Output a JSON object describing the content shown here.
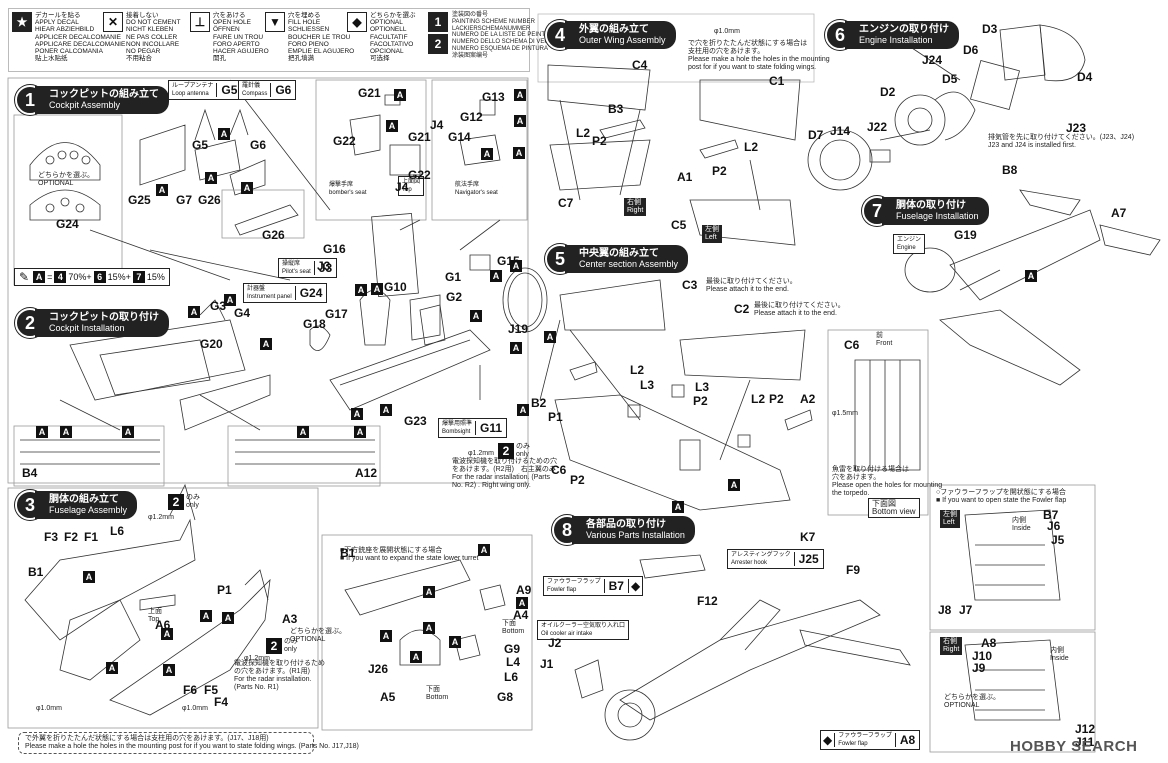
{
  "legend": {
    "items": [
      {
        "icon": "star-icon",
        "text": "デカールを貼る\nAPPLY DECAL\nHIEAR ABZIEHBILD\nAPPLICER DECALCOMANIE\nAPPLICARE DECALCOMANIE\nPONER CALCOMANIA\n贴上水贴纸"
      },
      {
        "icon": "no-glue-icon",
        "text": "接着しない\nDO NOT CEMENT\nNICHT KLEBEN\nNE PAS COLLER\nNON INCOLLARE\nNO PEGAR\n不用粘合"
      },
      {
        "icon": "drill-icon",
        "text": "穴をあける\nOPEN HOLE\nÖFFNEN\nFAIRE UN TROU\nFORO APERTO\nHACER AGUJERO\n開孔"
      },
      {
        "icon": "fill-hole-icon",
        "text": "穴を埋める\nFILL HOLE\nSCHLIESSEN\nBOUCHER LE TROU\nFORO PIENO\nEMPLIE EL AGUJERO\n把孔填满"
      },
      {
        "icon": "optional-icon",
        "text": "どちらかを選ぶ\nOPTIONAL\nOPTIONELL\nFACULTATIF\nFACOLTATIVO\nOPCIONAL\n可选择"
      },
      {
        "icon": "scheme-1-2-icon",
        "text": "塗装図の番号\nPAINTING SCHEME NUMBER\nLACKIERSCHEMANUMMER\nNUMERO DE LA LISTE DE PEINTURE\nNUMERO DELLO SCHEMA DI VERNICIATURA\nNUMERO ESQUEMA DE PINTURA\n涂装图案编号"
      }
    ]
  },
  "steps": {
    "s1": {
      "num": "1",
      "jp": "コックピットの組み立て",
      "en": "Cockpit Assembly"
    },
    "s2": {
      "num": "2",
      "jp": "コックピットの取り付け",
      "en": "Cockpit Installation"
    },
    "s3": {
      "num": "3",
      "jp": "胴体の組み立て",
      "en": "Fuselage Assembly"
    },
    "s4": {
      "num": "4",
      "jp": "外翼の組み立て",
      "en": "Outer Wing Assembly"
    },
    "s5": {
      "num": "5",
      "jp": "中央翼の組み立て",
      "en": "Center section Assembly"
    },
    "s6": {
      "num": "6",
      "jp": "エンジンの取り付け",
      "en": "Engine Installation"
    },
    "s7": {
      "num": "7",
      "jp": "胴体の取り付け",
      "en": "Fuselage Installation"
    },
    "s8": {
      "num": "8",
      "jp": "各部品の取り付け",
      "en": "Various Parts Installation"
    }
  },
  "tags": {
    "g5": {
      "t": "ループアンテナ\nLoop antenna",
      "p": "G5"
    },
    "g6": {
      "t": "羅針儀\nCompass",
      "p": "G6"
    },
    "j3": {
      "t": "操縦席\nPilot's seat",
      "p": "J3"
    },
    "g24": {
      "t": "計器盤\nInstrument panel",
      "p": "G24"
    },
    "g11": {
      "t": "爆撃用照準\nBombsight",
      "p": "G11"
    },
    "j25": {
      "t": "アレスティングフック\nArrester hook",
      "p": "J25"
    },
    "b7": {
      "t": "ファウラーフラップ\nFowler flap",
      "p": "B7"
    },
    "a8": {
      "t": "ファウラーフラップ\nFowler flap",
      "p": "A8"
    },
    "oil": {
      "t": "オイルクーラー空気取り入れ口\nOil cooler air intake"
    },
    "engine": {
      "t": "エンジン\nEngine"
    },
    "bomber": {
      "t": "爆撃手席\nbomber's seat"
    },
    "navig": {
      "t": "航法手席\nNavigator's seat"
    },
    "top": {
      "t": "上面図\nTop"
    }
  },
  "notes": {
    "mix": "=  70%+  15%+  15%",
    "mix_parts": {
      "a": "A",
      "n4": "4",
      "n6": "6",
      "n7": "7",
      "p1": "70%+",
      "p2": "15%+",
      "p3": "15%"
    },
    "optional_small": "どちらかを選ぶ。\nOPTIONAL",
    "wing_fold": "で穴を折りたたんだ状態にする場合は\n支柱用の穴をあけます。\nPlease make a hole the holes in the mounting\npost for if you want to state folding wings.",
    "drill_1mm": "φ1.0mm",
    "drill_12mm": "φ1.2mm",
    "drill_15mm": "φ1.5mm",
    "last_c3": "最後に取り付けてください。\nPlease attach it to the end.",
    "last_c2": "最後に取り付けてください。\nPlease attach it to the end.",
    "radar_r2": "電波探知機を取り付けるための穴\nをあけます。(R2用)　右主翼のみ\nFor the radar installation. (Parts\nNo. R2) . Right wing only.",
    "radar_r1": "電波探知機を取り付けるため\nの穴をあけます。(R1用)\nFor the radar installation.\n(Parts No. R1)",
    "torpedo": "魚雷を取り付ける場合は\n穴をあけます。\nPlease open the holes for mounting\nthe torpedo.",
    "bottom_view": "下面図\nBottom view",
    "turret": "■下方銃座を展開状態にする場合\n■ If you want to expand the state lower turret",
    "fowler": "○ファウラーフラップを開状態にする場合\n■ If you want to open state the Fowler flap",
    "exhaust": "排気管を先に取り付けてください。(J23、J24)\nJ23 and J24 is installed first.",
    "left_side": "左側\nLeft",
    "right_side": "右側\nRight",
    "inside": "内側\nInside",
    "front": "前\nFront",
    "top_label": "上面\nTop",
    "bottom_label": "下面\nBottom",
    "only": "のみ\nonly",
    "footer": "で外翼を折りたたんだ状態にする場合は支柱用の穴をあけます。(J17、J18用)\nPlease make a hole the holes in the mounting post for if you want to state folding wings. (Parts No. J17,J18)"
  },
  "parts": {
    "s1": [
      "G5",
      "G6",
      "G7",
      "G25",
      "G26",
      "G24",
      "G26"
    ],
    "labels": [
      "J4",
      "G21",
      "G22",
      "G21",
      "J4",
      "G22",
      "G13",
      "G12",
      "G14",
      "G16",
      "G1",
      "G15",
      "G2",
      "G10",
      "J19",
      "G17",
      "G18",
      "G23",
      "G3",
      "G4",
      "G20",
      "B4",
      "A12",
      "J3",
      "F3",
      "F2",
      "F1",
      "L6",
      "B1",
      "A6",
      "P1",
      "A3",
      "F6",
      "F5",
      "F4",
      "B1",
      "J26",
      "A5",
      "A9",
      "A4",
      "G9",
      "L4",
      "L6",
      "G8",
      "C4",
      "L2",
      "P2",
      "B3",
      "C7",
      "C1",
      "A1",
      "P2",
      "L2",
      "C5",
      "C6",
      "B2",
      "P1",
      "P2",
      "L2",
      "C3",
      "C2",
      "L3",
      "L3",
      "P2",
      "L2",
      "P2",
      "A2",
      "C6",
      "D3",
      "D6",
      "J24",
      "D5",
      "D2",
      "D4",
      "D7",
      "J14",
      "J22",
      "J23",
      "B8",
      "A7",
      "G19",
      "K7",
      "F9",
      "F12",
      "J2",
      "J1",
      "B7",
      "J6",
      "J5",
      "J8",
      "J7",
      "A8",
      "J10",
      "J9",
      "J11",
      "J12"
    ]
  },
  "schemes": {
    "one": "1",
    "two": "2"
  },
  "logo": "HOBBY SEARCH"
}
